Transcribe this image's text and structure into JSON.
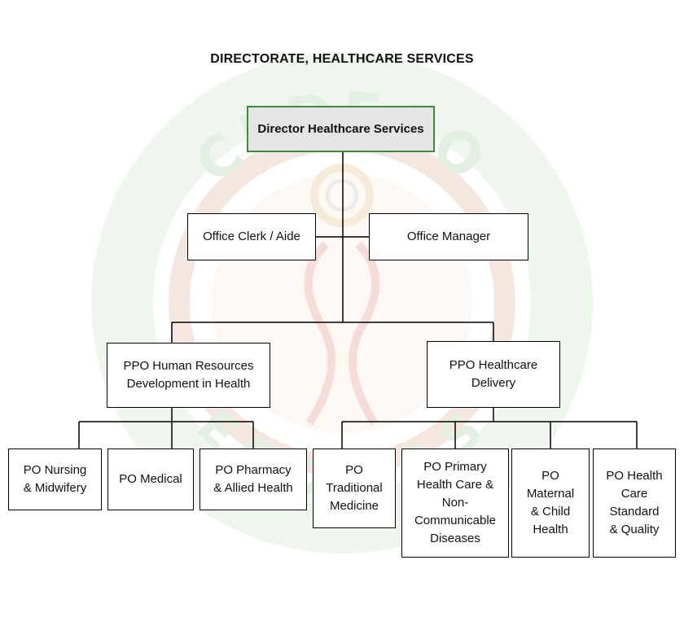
{
  "title": "DIRECTORATE, HEALTHCARE SERVICES",
  "watermark": {
    "text_top": "CEDEAO",
    "text_bottom": "ECOWAS",
    "color": "#e2efe2"
  },
  "nodes": {
    "director": "Director Healthcare Services",
    "office_clerk": "Office Clerk / Aide",
    "office_manager": "Office Manager",
    "ppo_hr": "PPO Human Resources\nDevelopment in Health",
    "ppo_delivery": "PPO Healthcare\nDelivery",
    "po_nursing": "PO Nursing\n& Midwifery",
    "po_medical": "PO Medical",
    "po_pharmacy": "PO Pharmacy\n& Allied Health",
    "po_traditional": "PO\nTraditional\nMedicine",
    "po_primary": "PO Primary\nHealth Care &\nNon-\nCommunicable\nDiseases",
    "po_maternal": "PO\nMaternal\n& Child\nHealth",
    "po_standard": "PO Health\nCare\nStandard\n& Quality"
  },
  "colors": {
    "top_fill": "#e4e4e4",
    "top_border": "#3c8b3c",
    "line": "#000000"
  }
}
